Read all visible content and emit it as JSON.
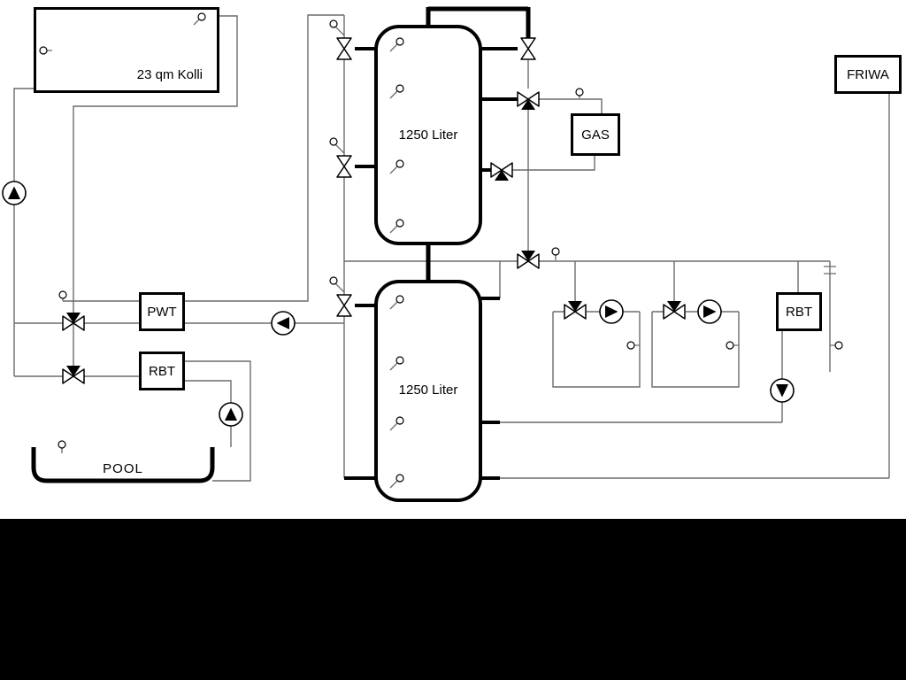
{
  "labels": {
    "collector": "23 qm Kolli",
    "friwa": "FRIWA",
    "gas": "GAS",
    "pwt": "PWT",
    "rbt_left": "RBT",
    "rbt_right": "RBT",
    "tank_top": "1250 Liter",
    "tank_bottom": "1250 Liter",
    "pool": "POOL"
  },
  "colors": {
    "background": "#ffffff",
    "thin_line": "#6b6b6b",
    "pipe": "#000000",
    "bottom_band": "#000000"
  },
  "symbols": {
    "pumps": [
      {
        "name": "collector-pump",
        "direction": "up"
      },
      {
        "name": "pwt-charge-pump",
        "direction": "left"
      },
      {
        "name": "pool-pump",
        "direction": "up"
      },
      {
        "name": "heating-circuit-1-pump",
        "direction": "right"
      },
      {
        "name": "heating-circuit-2-pump",
        "direction": "right"
      },
      {
        "name": "rbt-return-pump",
        "direction": "down"
      }
    ],
    "three_way_valve_count": 7,
    "shutoff_valve_count": 4,
    "sensor_count": 20
  }
}
